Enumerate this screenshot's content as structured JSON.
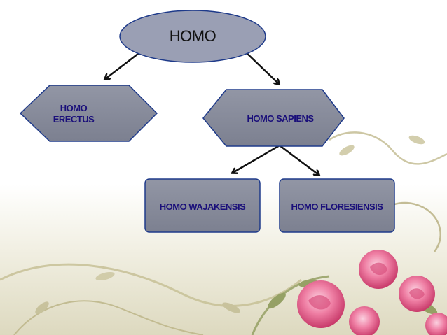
{
  "diagram": {
    "root": "HOMO",
    "left_child": "HOMO ERECTUS",
    "right_child": "HOMO SAPIENS",
    "sapiens_children": [
      "HOMO WAJAKENSIS",
      "HOMO FLORESIENSIS"
    ]
  },
  "colors": {
    "node_fill": "#878b9a",
    "root_fill": "#9a9fb4",
    "node_stroke": "#1e3a8a",
    "child_text": "#1a0f7a",
    "root_text": "#111111",
    "arrow": "#111111",
    "rose": "#e9638e",
    "vine": "#b7b08a"
  }
}
